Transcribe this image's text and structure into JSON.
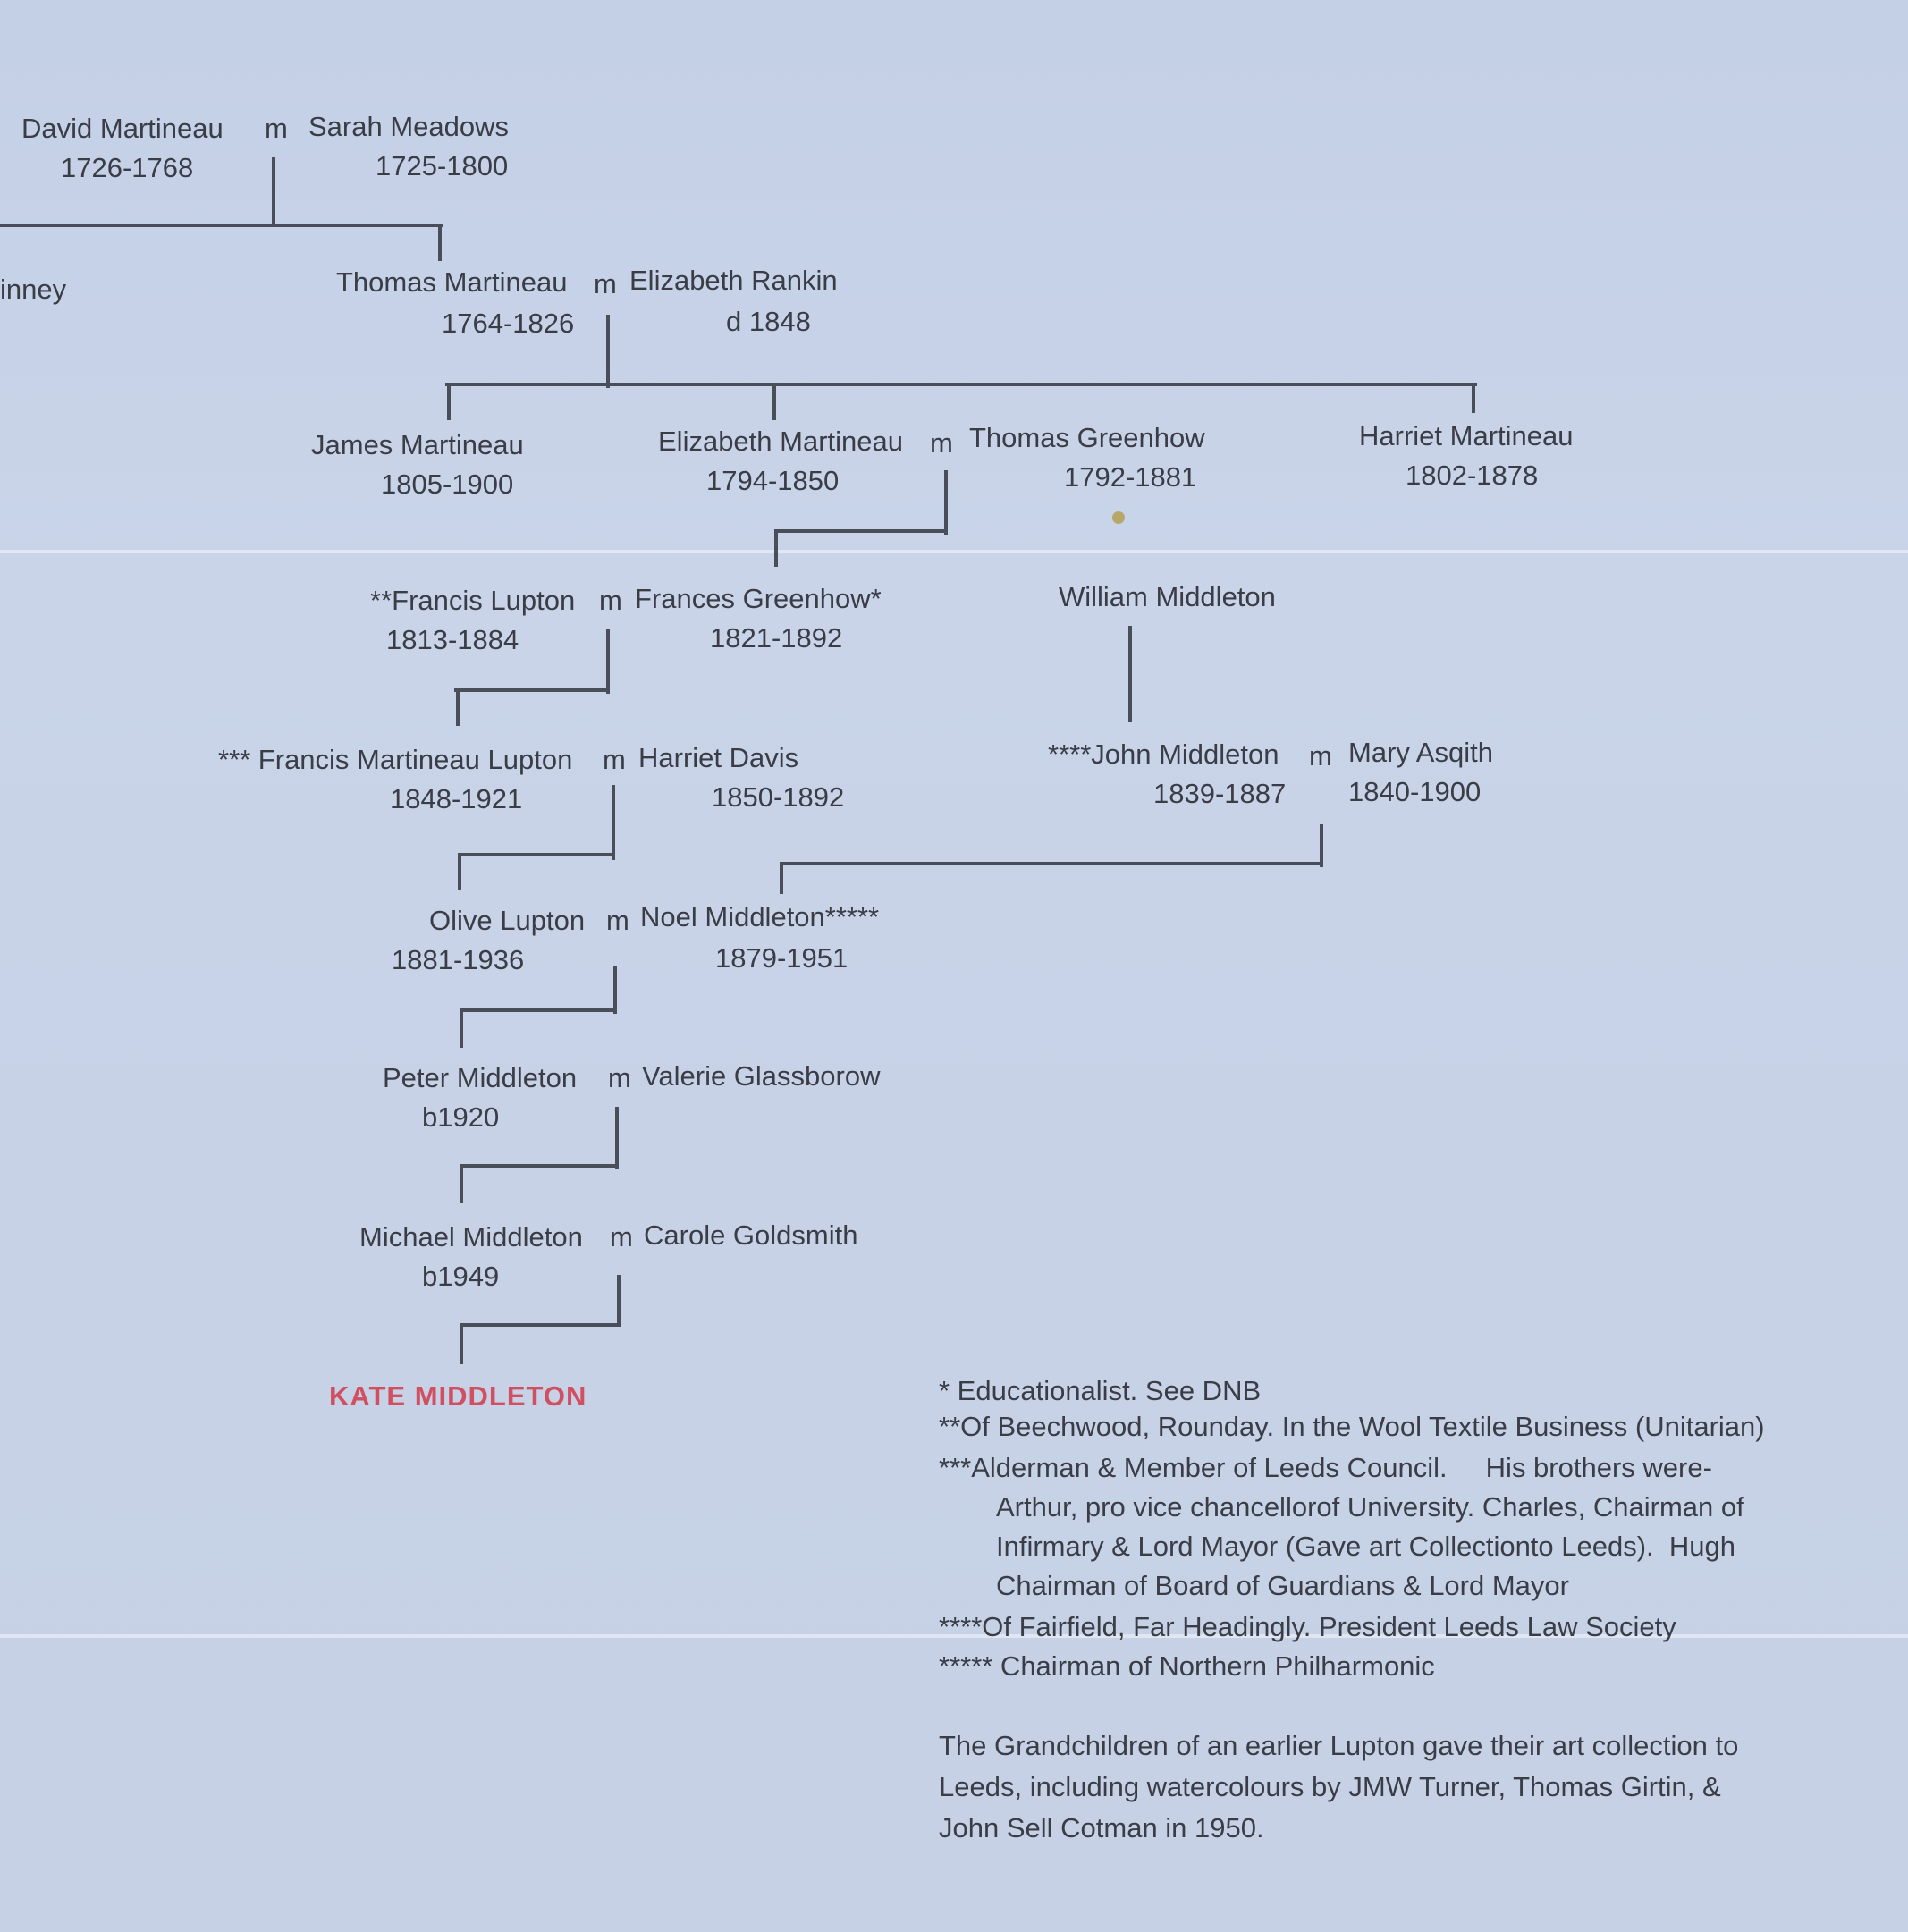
{
  "people": {
    "david": {
      "name": "David Martineau",
      "dates": "1726-1768"
    },
    "sarah": {
      "name": "Sarah Meadows",
      "dates": "1725-1800"
    },
    "partial": {
      "name": "inney"
    },
    "thomasM": {
      "name": "Thomas Martineau",
      "dates": "1764-1826"
    },
    "elizR": {
      "name": "Elizabeth Rankin",
      "dates": "d 1848"
    },
    "james": {
      "name": "James  Martineau",
      "dates": "1805-1900"
    },
    "elizM": {
      "name": "Elizabeth Martineau",
      "dates": "1794-1850"
    },
    "thomasG": {
      "name": "Thomas Greenhow",
      "dates": "1792-1881"
    },
    "harrietM": {
      "name": "Harriet Martineau",
      "dates": "1802-1878"
    },
    "francisL": {
      "name": "**Francis Lupton",
      "dates": "1813-1884"
    },
    "francesG": {
      "name": "Frances Greenhow*",
      "dates": "1821-1892"
    },
    "william": {
      "name": "William Middleton"
    },
    "fml": {
      "name": "*** Francis Martineau Lupton",
      "dates": "1848-1921"
    },
    "harrietD": {
      "name": "Harriet Davis",
      "dates": "1850-1892"
    },
    "johnM": {
      "name": "****John Middleton",
      "dates": "1839-1887"
    },
    "maryA": {
      "name": "Mary Asqith",
      "dates": "1840-1900"
    },
    "olive": {
      "name": "Olive Lupton",
      "dates": "1881-1936"
    },
    "noel": {
      "name": "Noel Middleton*****",
      "dates": "1879-1951"
    },
    "peter": {
      "name": "Peter Middleton",
      "dates": "b1920"
    },
    "valerie": {
      "name": "Valerie Glassborow"
    },
    "michael": {
      "name": "Michael Middleton",
      "dates": "b1949"
    },
    "carole": {
      "name": "Carole Goldsmith"
    },
    "kate": {
      "name": "KATE MIDDLETON"
    }
  },
  "marriage_mark": "m",
  "footnotes": [
    "* Educationalist. See DNB",
    "**Of Beechwood, Rounday. In the Wool Textile Business (Unitarian)",
    "***Alderman & Member of Leeds Council.     His brothers were-",
    "Arthur, pro vice chancellorof University. Charles, Chairman of",
    "Infirmary & Lord Mayor (Gave art Collectionto Leeds).  Hugh",
    "Chairman of Board of Guardians & Lord Mayor",
    "****Of Fairfield, Far Headingly. President Leeds Law Society",
    "***** Chairman of Northern Philharmonic"
  ],
  "closing_paragraph": [
    "The Grandchildren of an earlier Lupton gave their art collection to",
    "Leeds, including watercolours by JMW Turner, Thomas Girtin, &",
    "John Sell Cotman in 1950."
  ],
  "colors": {
    "paper": "#c7d2e7",
    "ink": "#3a3d46",
    "highlight": "#d05062"
  }
}
